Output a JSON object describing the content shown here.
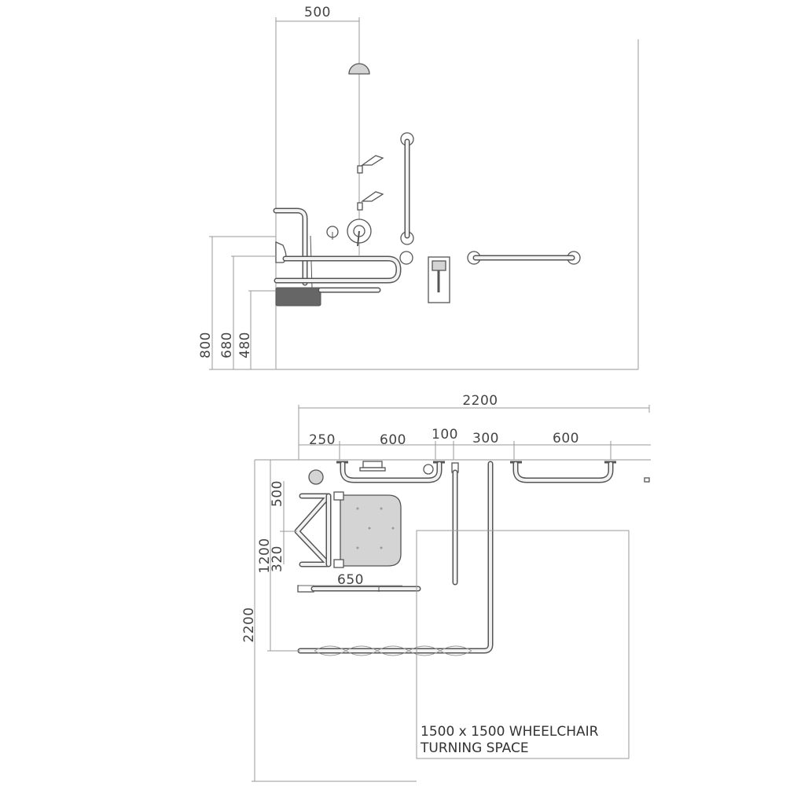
{
  "elevation": {
    "dims": {
      "shower_offset": "500",
      "height_800": "800",
      "height_680": "680",
      "height_480": "480"
    }
  },
  "plan": {
    "dims": {
      "overall_width": "2200",
      "seg_250": "250",
      "seg_600_a": "600",
      "seg_100": "100",
      "seg_300": "300",
      "seg_600_b": "600",
      "v_500": "500",
      "v_1200": "1200",
      "v_320": "320",
      "h_650": "650",
      "overall_depth": "2200"
    },
    "turning_space": {
      "line1": "1500 x 1500 WHEELCHAIR",
      "line2": "TURNING SPACE"
    }
  }
}
